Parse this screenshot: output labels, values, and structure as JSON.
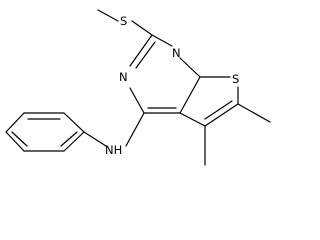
{
  "molecule": {
    "atoms": {
      "sulfur_methylthio": "S",
      "nitrogen_top": "N",
      "nitrogen_left": "N",
      "sulfur_thiophene": "S",
      "amine": "NH"
    },
    "color": "#000000"
  }
}
